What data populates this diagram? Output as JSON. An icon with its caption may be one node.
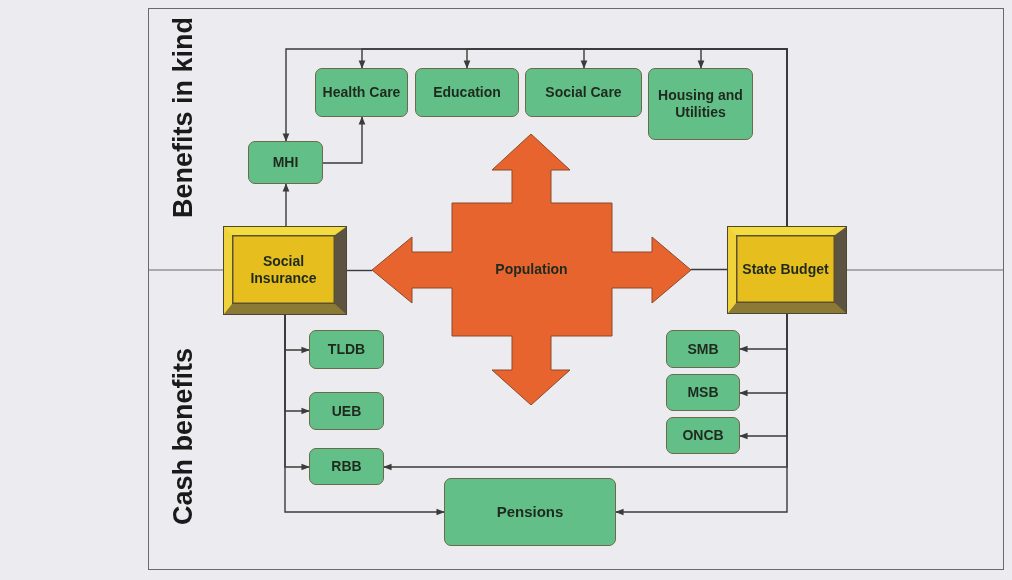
{
  "diagram": {
    "nodes": [
      {
        "text": [
          "Health Care"
        ]
      },
      {
        "text": [
          "Education"
        ]
      },
      {
        "text": [
          "Social Care"
        ]
      },
      {
        "text": [
          "Housing and Utilities"
        ]
      },
      {
        "text": [
          "MHI"
        ]
      },
      {
        "text": [
          "Social Insurance"
        ]
      },
      {
        "text": [
          "Population"
        ]
      },
      {
        "text": [
          "State Budget"
        ]
      },
      {
        "text": [
          "TLDB"
        ]
      },
      {
        "text": [
          "UEB"
        ]
      },
      {
        "text": [
          "RBB"
        ]
      },
      {
        "text": [
          "Pensions"
        ]
      },
      {
        "text": [
          "SMB"
        ]
      },
      {
        "text": [
          "MSB"
        ]
      },
      {
        "text": [
          "ONCB"
        ]
      }
    ],
    "edges": [
      {
        "from": 7,
        "to": 4,
        "arrow": "to"
      },
      {
        "from": 7,
        "to": 0,
        "arrow": "to"
      },
      {
        "from": 7,
        "to": 1,
        "arrow": "to"
      },
      {
        "from": 7,
        "to": 2,
        "arrow": "to"
      },
      {
        "from": 7,
        "to": 3,
        "arrow": "to"
      },
      {
        "from": 5,
        "to": 4,
        "arrow": "to"
      },
      {
        "from": 4,
        "to": 0,
        "arrow": "to"
      },
      {
        "from": 5,
        "to": 8,
        "arrow": "to"
      },
      {
        "from": 5,
        "to": 9,
        "arrow": "to"
      },
      {
        "from": 5,
        "to": 10,
        "arrow": "to"
      },
      {
        "from": 5,
        "to": 11,
        "arrow": "to"
      },
      {
        "from": 7,
        "to": 12,
        "arrow": "to"
      },
      {
        "from": 7,
        "to": 13,
        "arrow": "to"
      },
      {
        "from": 7,
        "to": 14,
        "arrow": "to"
      },
      {
        "from": 7,
        "to": 10,
        "arrow": "to"
      },
      {
        "from": 7,
        "to": 11,
        "arrow": "to"
      },
      {
        "from": 5,
        "to": 6,
        "arrow": "none"
      },
      {
        "from": 6,
        "to": 7,
        "arrow": "none"
      }
    ],
    "labels": [
      "Benefits in kind",
      "Cash benefits"
    ]
  }
}
